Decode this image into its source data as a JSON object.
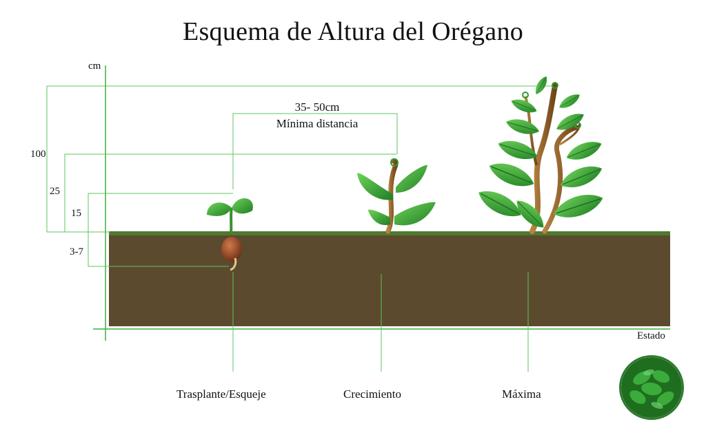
{
  "title": "Esquema de Altura del Orégano",
  "axis": {
    "y_unit": "cm",
    "x_label": "Estado"
  },
  "height_marks": [
    "100",
    "25",
    "15",
    "3-7"
  ],
  "distance": {
    "line1": "35- 50cm",
    "line2": "Mínima distancia"
  },
  "stages": [
    "Trasplante/Esqueje",
    "Crecimiento",
    "Máxima"
  ],
  "colors": {
    "soil": "#5b4a2e",
    "grass": "#4f7a2e",
    "guide": "#5cc45c",
    "leaf": "#2e9b2e",
    "stem": "#8a5a26"
  },
  "badge_icon": "oregano-leaves-icon"
}
